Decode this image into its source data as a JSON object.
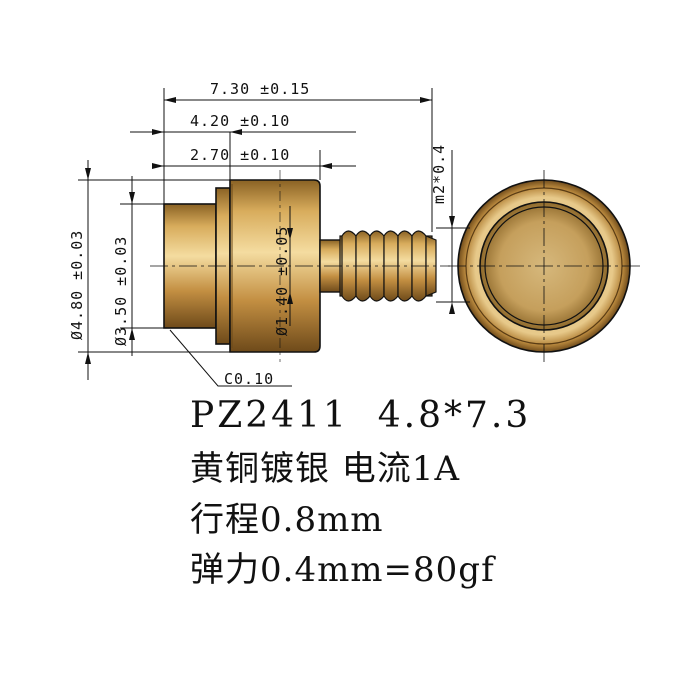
{
  "dimensions": {
    "overall_length": "7.30 ±0.15",
    "length_mid": "4.20 ±0.10",
    "length_short": "2.70 ±0.10",
    "outer_diameter": "Ø4.80 ±0.03",
    "head_diameter": "Ø3.50 ±0.03",
    "pin_diameter": "Ø1.40 ±0.05",
    "chamfer": "C0.10",
    "thread": "m2*0.4"
  },
  "specs": {
    "model_line": "PZ2411  4.8*7.3",
    "material_line": "黄铜镀银 电流1A",
    "stroke_line": "行程0.8mm",
    "force_line": "弹力0.4mm=80gf"
  },
  "colors": {
    "brass_light": "#f1d392",
    "brass_mid": "#c9994a",
    "brass_dark": "#7a5520",
    "line": "#111111"
  }
}
